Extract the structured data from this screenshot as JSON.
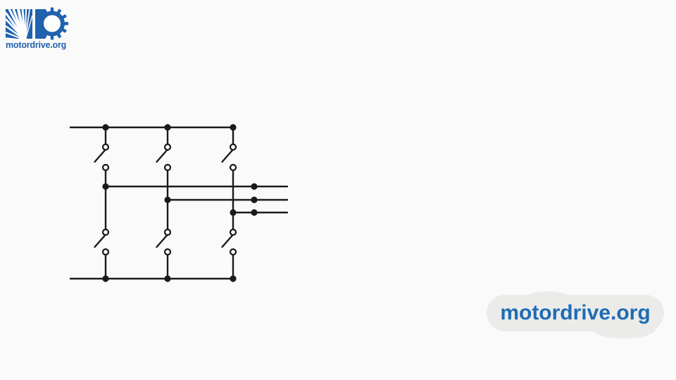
{
  "colors": {
    "background": "#fafafa",
    "line": "#1a1a1a",
    "logo_blue": "#2062ae",
    "watermark_blue": "#1e6cb5",
    "watermark_blob": "#ebebea",
    "terminal_fill": "#fafafa"
  },
  "logo": {
    "text": "motordrive.org"
  },
  "watermark": {
    "text": "motordrive.org"
  },
  "diagram": {
    "type": "circuit-schematic",
    "subject": "three-leg two-level switch bridge: 3 columns x 2 open knife switches between a top rail and a bottom rail, with three output phase lines running to the right",
    "rails": [
      {
        "name": "top-rail"
      },
      {
        "name": "bottom-rail"
      }
    ],
    "legs": [
      {
        "name": "leg-1",
        "upper_switch": "open",
        "lower_switch": "open",
        "output": "phase-line-1"
      },
      {
        "name": "leg-2",
        "upper_switch": "open",
        "lower_switch": "open",
        "output": "phase-line-2"
      },
      {
        "name": "leg-3",
        "upper_switch": "open",
        "lower_switch": "open",
        "output": "phase-line-3"
      }
    ],
    "output_lines": 3,
    "output_node_dots_per_line": 1
  }
}
